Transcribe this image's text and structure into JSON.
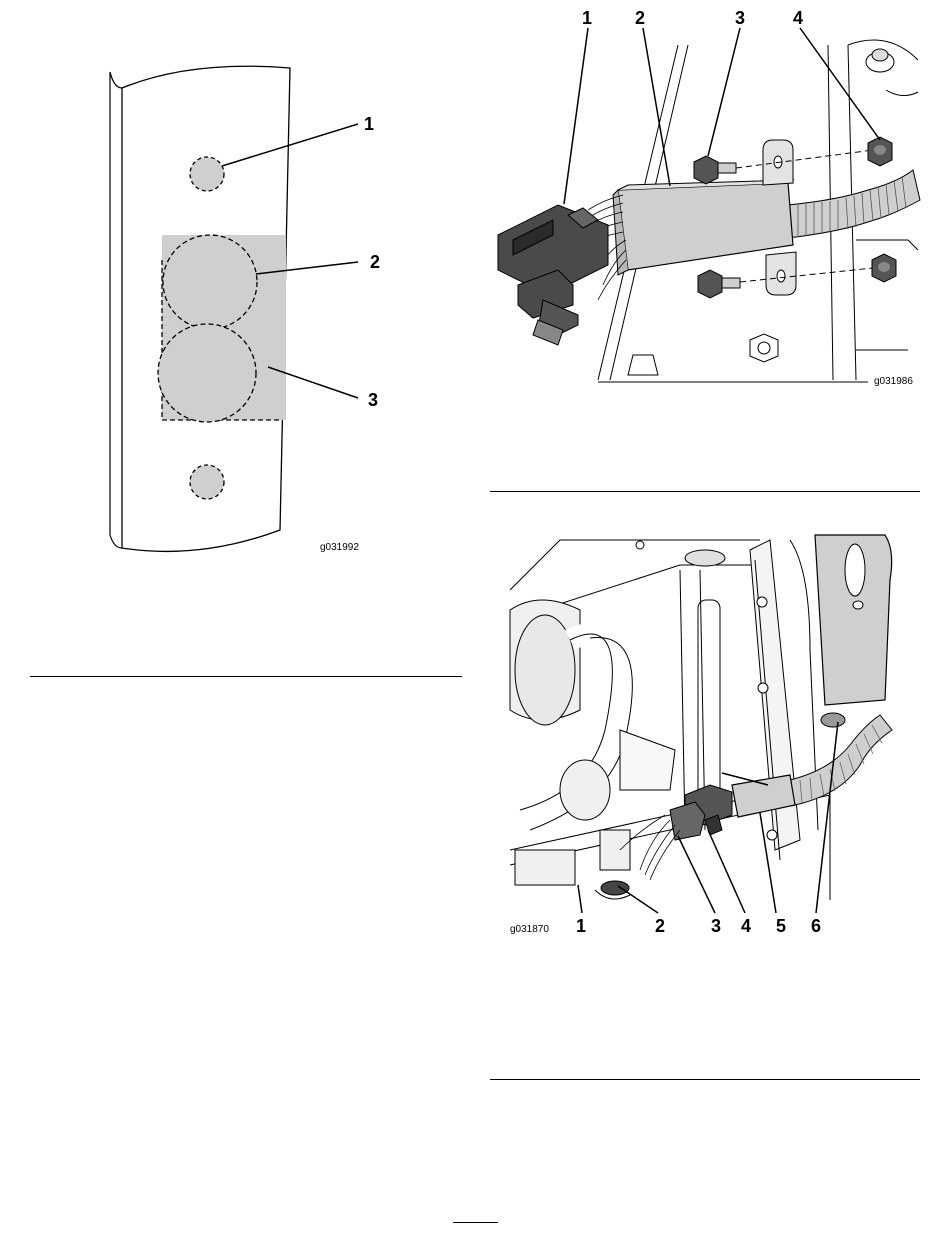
{
  "figures": {
    "fig_a": {
      "id": "g031992",
      "callouts": [
        "1",
        "2",
        "3"
      ]
    },
    "fig_b": {
      "id": "g031986",
      "callouts": [
        "1",
        "2",
        "3",
        "4"
      ]
    },
    "fig_c": {
      "id": "g031870",
      "callouts": [
        "1",
        "2",
        "3",
        "4",
        "5",
        "6"
      ]
    }
  },
  "colors": {
    "fill_gray": "#cfcfcf",
    "ink": "#000000"
  }
}
